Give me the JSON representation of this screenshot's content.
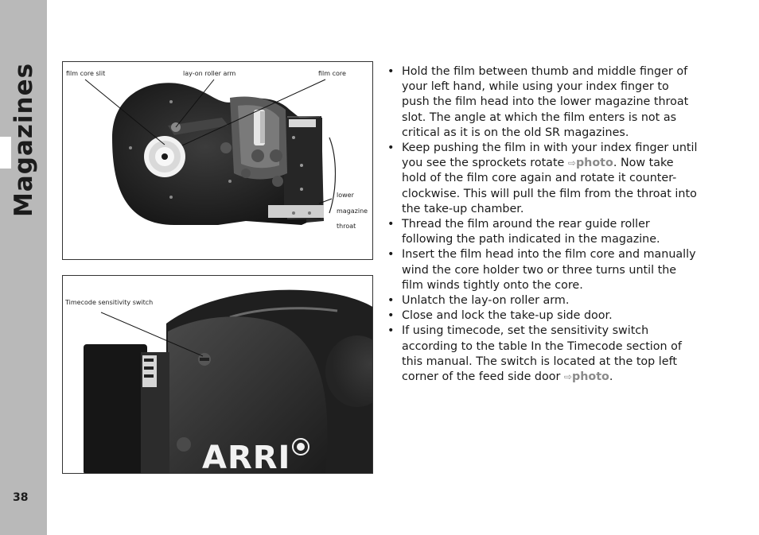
{
  "sidebar": {
    "section_title": "Magazines",
    "page_number": "38"
  },
  "figure_top": {
    "callouts": {
      "film_core_slit": "film core slit",
      "lay_on_roller_arm": "lay-on roller arm",
      "film_core": "film core",
      "lower": "lower",
      "magazine": "magazine",
      "throat": "throat"
    }
  },
  "figure_bottom": {
    "callouts": {
      "timecode_switch": "Timecode sensitivity switch"
    },
    "brand": "ARRI"
  },
  "instructions": {
    "items": [
      {
        "text": "Hold the film between thumb and middle finger of your left hand, while using your index finger to push the film head into the lower magazine throat slot. The angle at which the film enters is not as critical as it is on the old SR magazines."
      },
      {
        "before": "Keep pushing the film in with your index finger until you see the sprockets rotate ",
        "link": "photo",
        "after": ". Now take hold of the film core again and rotate it counter-clockwise. This will pull the film from the throat into the take-up chamber."
      },
      {
        "text": "Thread the film around the rear guide roller following the path indicated in the magazine."
      },
      {
        "text": "Insert the film head into the film core and manually wind the core holder two or three turns until the film winds tightly onto the core."
      },
      {
        "text": "Unlatch the lay-on roller arm."
      },
      {
        "text": "Close and lock the take-up side door."
      },
      {
        "before": "If using timecode, set the sensitivity switch according to the table In the Timecode section of this manual. The switch is located at the top left corner of the feed side door ",
        "link": "photo",
        "after": "."
      }
    ],
    "link_arrow": "⇨"
  }
}
